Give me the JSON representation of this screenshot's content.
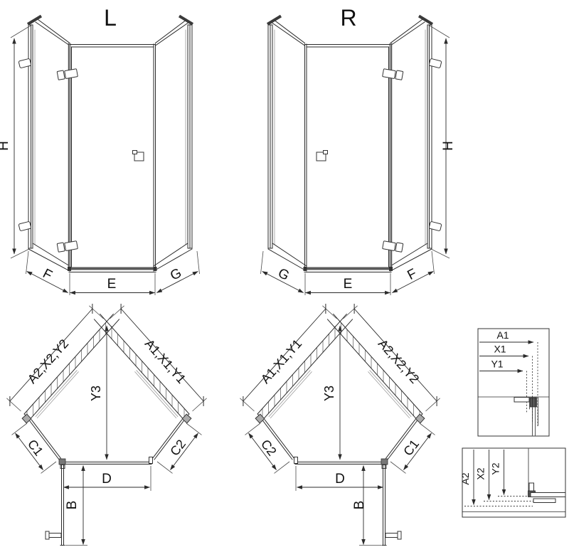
{
  "drawing": {
    "front_left": {
      "title": "L",
      "h": "H",
      "f": "F",
      "e": "E",
      "g": "G"
    },
    "front_right": {
      "title": "R",
      "h": "H",
      "g": "G",
      "e": "E",
      "f": "F"
    },
    "plan_left": {
      "wall_left": "A2,X2,Y2",
      "wall_right": "A1,X1,Y1",
      "y3": "Y3",
      "lower_left": "C1",
      "lower_right": "C2",
      "d": "D",
      "b": "B"
    },
    "plan_right": {
      "wall_left": "A1,X1,Y1",
      "wall_right": "A2,X2,Y2",
      "y3": "Y3",
      "lower_left": "C2",
      "lower_right": "C1",
      "d": "D",
      "b": "B"
    },
    "detail_top": {
      "dim1": "A1",
      "dim2": "X1",
      "dim3": "Y1"
    },
    "detail_bottom": {
      "dim1": "A2",
      "dim2": "X2",
      "dim3": "Y2"
    }
  },
  "colors": {
    "line": "#2b2b2b",
    "profile_gray": "#8f8f8f",
    "hatch": "#8a8a8a",
    "background": "#ffffff"
  }
}
